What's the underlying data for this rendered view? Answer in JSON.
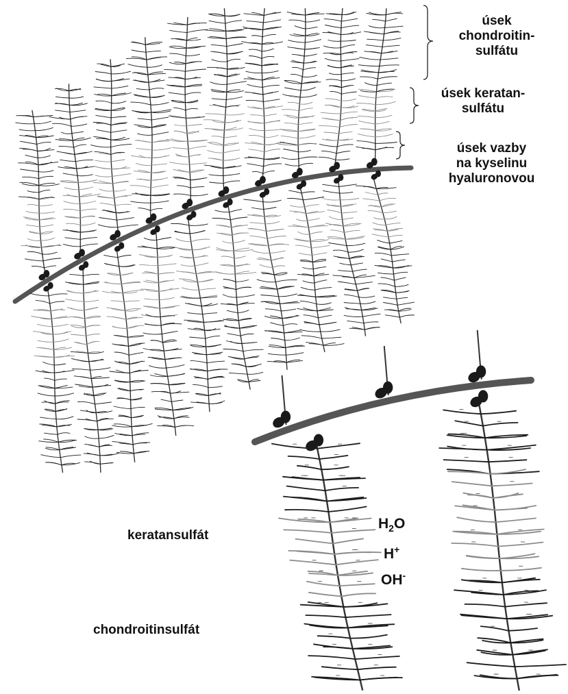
{
  "labels": {
    "chondroitin_region": [
      "úsek",
      "chondroitin-",
      "sulfátu"
    ],
    "keratan_region": [
      "úsek keratan-",
      "sulfátu"
    ],
    "binding_region": [
      "úsek vazby",
      "na kyselinu",
      "hyaluronovou"
    ],
    "keratansulfate": "keratansulfát",
    "chondroitinsulfate": "chondroitinsulfát"
  },
  "chemistry": {
    "water": {
      "base": "H",
      "sub": "2",
      "tail": "O"
    },
    "proton": {
      "base": "H",
      "sup": "+"
    },
    "hydroxide": {
      "base": "OH",
      "sup": "-"
    }
  },
  "colors": {
    "hyaluronan": "#555555",
    "link_protein": "#1a1a1a",
    "chondroitin": "#1c1c1c",
    "keratan": "#8c8c8c",
    "core_protein": "#333333"
  }
}
